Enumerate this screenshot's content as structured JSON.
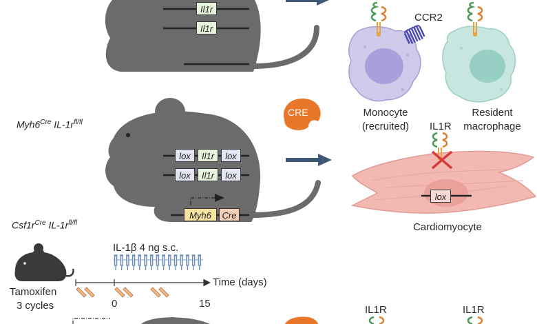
{
  "genes": {
    "il1r": "Il1r",
    "lox": "lox",
    "myh6": "Myh6",
    "cre": "Cre"
  },
  "labels": {
    "ccr2": "CCR2",
    "monocyte": "Monocyte",
    "recruited": "(recruited)",
    "resident": "Resident",
    "macrophage": "macrophage",
    "il1r_receptor": "IL1R",
    "cardiomyocyte": "Cardiomyocyte",
    "cre_enzyme": "CRE",
    "cardio_lox": "lox"
  },
  "genotypes": {
    "myh6_base": "Myh6",
    "myh6_sup1": "Cre",
    "myh6_mid": "IL-1r",
    "myh6_sup2": "fl/fl",
    "csf1r_base": "Csf1r",
    "csf1r_sup1": "Cre",
    "csf1r_mid": "IL-1r",
    "csf1r_sup2": "fl/fl"
  },
  "timeline": {
    "injection": "IL-1β 4 ng s.c.",
    "axis_label": "Time (days)",
    "tick_0": "0",
    "tick_15": "15",
    "tamoxifen": "Tamoxifen",
    "cycles": "3 cycles"
  },
  "bottom": {
    "il1r_left": "IL1R",
    "il1r_right": "IL1R"
  },
  "colors": {
    "mouse": "#6b6b6b",
    "monocyte": "#cfc9ea",
    "macrophage": "#c6e6df",
    "cardiomyocyte": "#f2b8b2",
    "cre": "#e9772a",
    "arrow": "#3d5874"
  }
}
